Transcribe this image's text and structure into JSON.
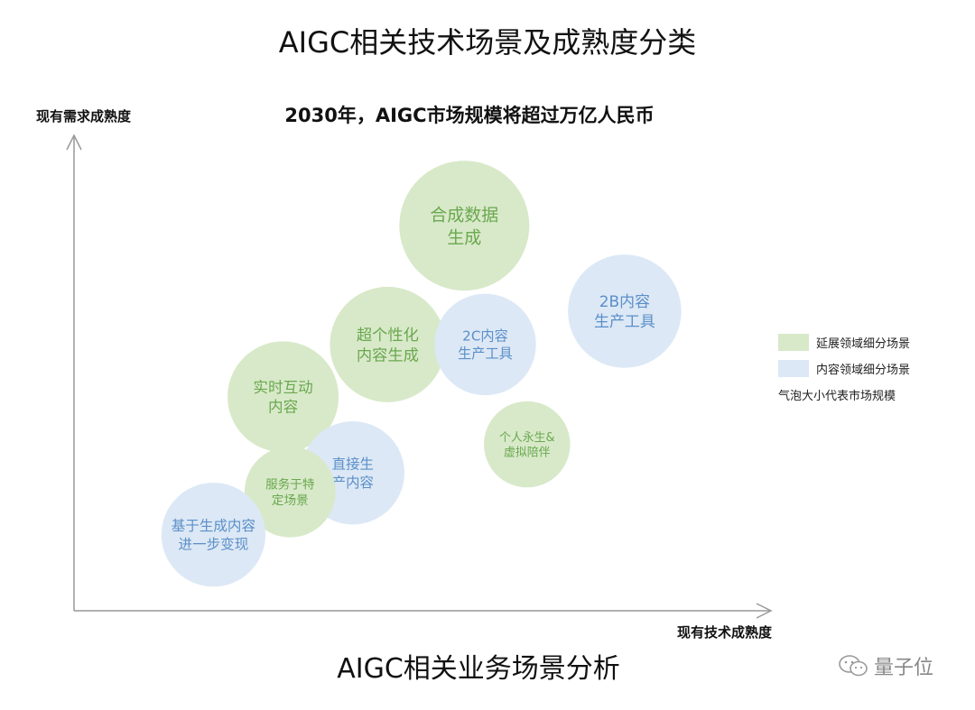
{
  "page": {
    "title": "AIGC相关技术场景及成熟度分类",
    "bottom_caption": "AIGC相关业务场景分析",
    "watermark": "量子位"
  },
  "colors": {
    "extension_fill": "#d8e9c9",
    "extension_text": "#6aa84f",
    "content_fill": "#dce8f5",
    "content_text": "#5b8fc9",
    "axis": "#999999"
  },
  "chart_data": {
    "type": "bubble",
    "title": "",
    "subtitle": "2030年，AIGC市场规模将超过万亿人民币",
    "xlabel": "现有技术成熟度",
    "ylabel": "现有需求成熟度",
    "xlim": [
      0,
      100
    ],
    "ylim": [
      0,
      100
    ],
    "grid": false,
    "legend": {
      "position": "right",
      "items": [
        {
          "label": "延展领域细分场景",
          "category": "extension"
        },
        {
          "label": "内容领域细分场景",
          "category": "content"
        }
      ],
      "note": "气泡大小代表市场规模"
    },
    "points": [
      {
        "lines": [
          "合成数据",
          "生成"
        ],
        "category": "extension",
        "x": 56,
        "y": 81,
        "size": 100
      },
      {
        "lines": [
          "2B内容",
          "生产工具"
        ],
        "category": "content",
        "x": 79,
        "y": 63,
        "size": 76
      },
      {
        "lines": [
          "超个性化",
          "内容生成"
        ],
        "category": "extension",
        "x": 45,
        "y": 56,
        "size": 79
      },
      {
        "lines": [
          "2C内容",
          "生产工具"
        ],
        "category": "content",
        "x": 59,
        "y": 56,
        "size": 61
      },
      {
        "lines": [
          "实时互动",
          "内容"
        ],
        "category": "extension",
        "x": 30,
        "y": 45,
        "size": 73
      },
      {
        "lines": [
          "个人永生&",
          "虚拟陪伴"
        ],
        "category": "extension",
        "x": 65,
        "y": 35,
        "size": 44
      },
      {
        "lines": [
          "直接生",
          "产内容"
        ],
        "category": "content",
        "x": 40,
        "y": 29,
        "size": 63
      },
      {
        "lines": [
          "服务于特",
          "定场景"
        ],
        "category": "extension",
        "x": 31,
        "y": 25,
        "size": 49
      },
      {
        "lines": [
          "基于生成内容",
          "进一步变现"
        ],
        "category": "content",
        "x": 20,
        "y": 16,
        "size": 64
      }
    ]
  }
}
